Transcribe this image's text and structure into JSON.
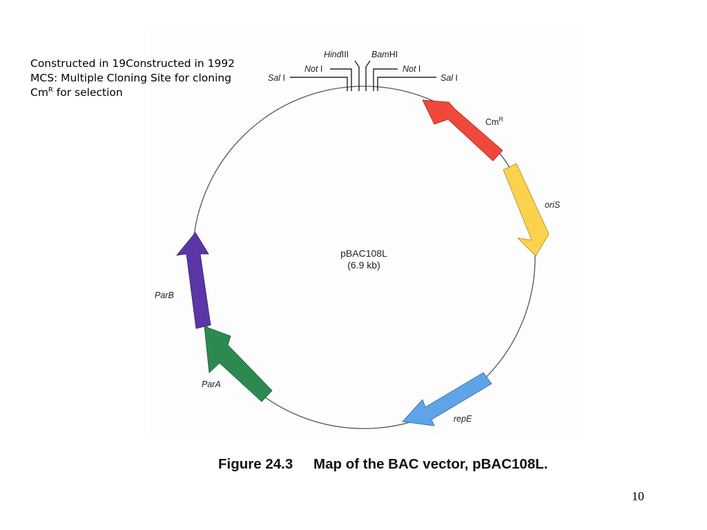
{
  "notes": {
    "line1": "Constructed in 19Constructed in 1992",
    "line2": "MCS: Multiple Cloning Site for cloning",
    "line3_prefix": "Cm",
    "line3_sup": "R",
    "line3_suffix": " for selection"
  },
  "plasmid": {
    "name": "pBAC108L",
    "size": "(6.9 kb)",
    "backbone_color": "#555555",
    "sites": {
      "hindiii_italic": "Hind",
      "hindiii_rest": "III",
      "bamhi_italic": "Bam",
      "bamhi_rest": "HI",
      "noti_left_italic": "Not",
      "noti_left_rest": " I",
      "noti_right_italic": "Not",
      "noti_right_rest": " I",
      "sali_left_italic": "Sal",
      "sali_left_rest": " I",
      "sali_right_italic": "Sal",
      "sali_right_rest": " I"
    },
    "genes": [
      {
        "id": "cmr",
        "label_base": "Cm",
        "label_sup": "R",
        "color": "#f0483a"
      },
      {
        "id": "oris",
        "label": "oriS",
        "color": "#fbd24e"
      },
      {
        "id": "repe",
        "label": "repE",
        "color": "#5fa3e8"
      },
      {
        "id": "para",
        "label": "ParA",
        "color": "#2c8a50"
      },
      {
        "id": "parb",
        "label": "ParB",
        "color": "#5b36a6"
      }
    ]
  },
  "caption": {
    "number": "Figure 24.3",
    "title": "Map of the BAC vector, pBAC108L."
  },
  "slide_number": "10"
}
